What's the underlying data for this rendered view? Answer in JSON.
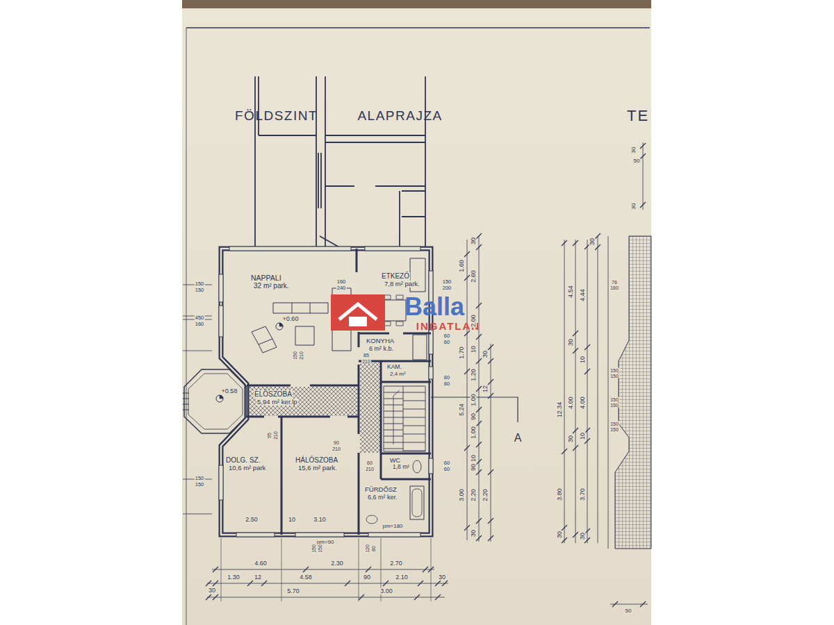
{
  "diagram": {
    "title": "FÖLDSZINT ALAPRAJZA",
    "nodes": [
      {
        "text": [
          "NAPPALI",
          "32 m² park."
        ]
      },
      {
        "text": [
          "ETKEZŐ",
          "7,8 m² park."
        ]
      },
      {
        "text": [
          "KONYHA",
          "6 m² k.b."
        ]
      },
      {
        "text": [
          "KAM.",
          "2,4 m²"
        ]
      },
      {
        "text": [
          "ELŐSZOBA",
          "5,94 m² ker.lp"
        ]
      },
      {
        "text": [
          "DOLG. SZ.",
          "10,6 m² park"
        ]
      },
      {
        "text": [
          "HÁLÓSZOBA",
          "15,6 m² park."
        ]
      },
      {
        "text": [
          "WC",
          "1,8 m²"
        ]
      },
      {
        "text": [
          "FÜRDŐSZ",
          "6,6 m² ker."
        ]
      }
    ],
    "labels": [
      "TE",
      "Balla",
      "INGATLAN",
      "+0.60",
      "+0.58",
      "A",
      "4.60",
      "2.30",
      "2.70",
      "1.30",
      "12",
      "4.58",
      "90",
      "2.10",
      "30",
      "30",
      "5.70",
      "3.00",
      "2.50",
      "10",
      "3.10",
      "pm=90",
      "pm=180",
      "160",
      "240",
      "150",
      "200",
      "150",
      "150",
      "450",
      "160",
      "150",
      "150",
      "60",
      "60",
      "80",
      "80",
      "60",
      "60",
      "150",
      "210",
      "95",
      "210",
      "90",
      "210",
      "60",
      "210",
      "85",
      "210",
      "150",
      "150",
      "120",
      "80",
      "1.60",
      "1.70",
      "5.24",
      "3.00",
      "30",
      "2.60",
      "2.00",
      "10",
      "1.20",
      "1.00",
      "90",
      "1.00",
      "10",
      "90",
      "2.20",
      "30",
      "30",
      "12",
      "2.20",
      "12.34",
      "3.80",
      "30",
      "4.54",
      "30",
      "4.00",
      "30",
      "4.44",
      "10",
      "4.00",
      "10",
      "3.70",
      "30",
      "30",
      "76",
      "160",
      "150",
      "150",
      "150",
      "150",
      "150",
      "150",
      "30",
      "50",
      "30",
      "50"
    ]
  }
}
